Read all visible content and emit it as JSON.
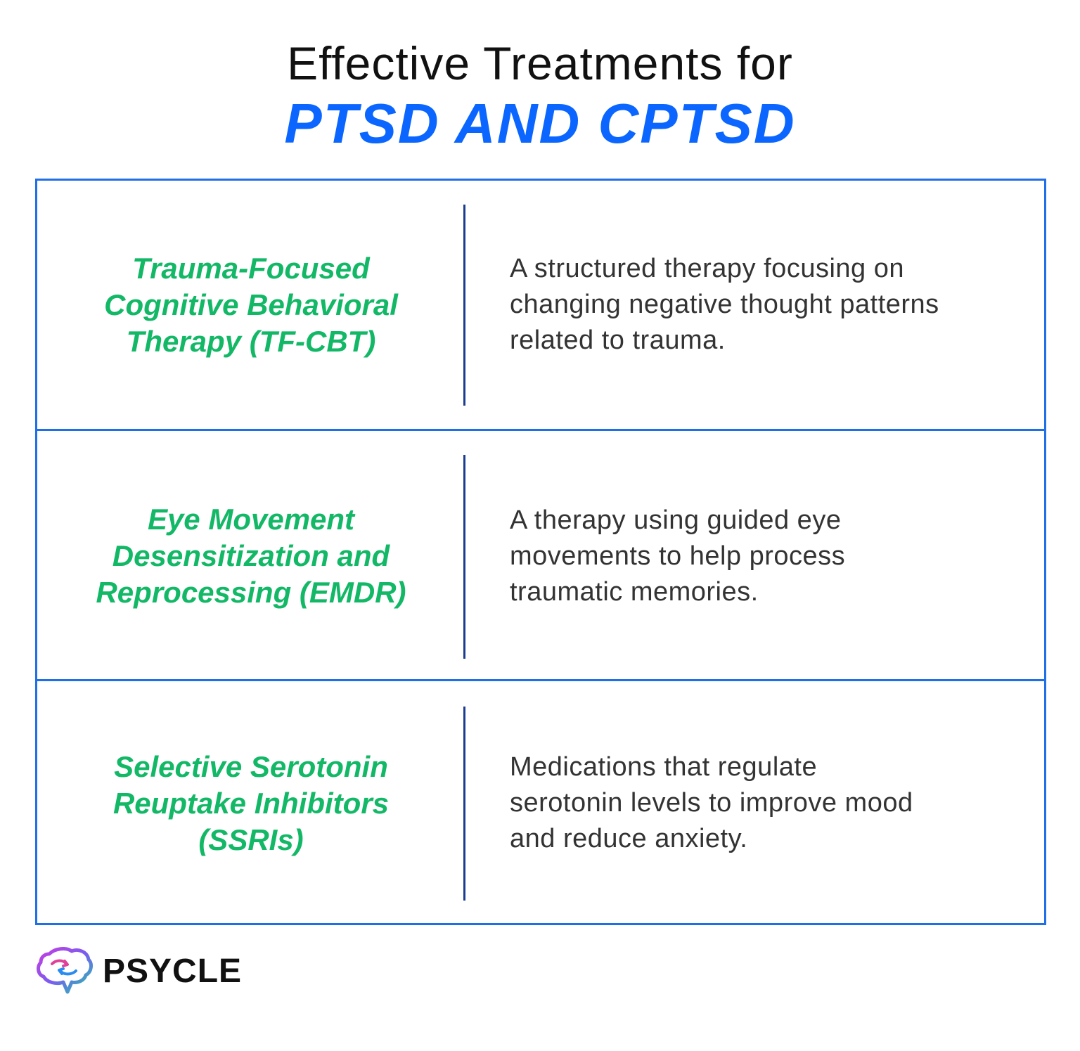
{
  "header": {
    "title_line1": "Effective Treatments for",
    "title_line2": "PTSD AND CPTSD"
  },
  "treatments": [
    {
      "name": "Trauma-Focused Cognitive Behavioral Therapy (TF-CBT)",
      "description": "A structured therapy focusing on changing negative thought patterns related to trauma."
    },
    {
      "name": "Eye Movement Desensitization and Reprocessing (EMDR)",
      "description": "A therapy using guided eye movements to help process traumatic memories."
    },
    {
      "name": "Selective Serotonin Reuptake Inhibitors (SSRIs)",
      "description": "Medications that regulate serotonin levels to improve mood and reduce anxiety."
    }
  ],
  "brand": {
    "name": "PSYCLE"
  },
  "colors": {
    "accent_blue": "#0b66ff",
    "border_blue": "#1f6fe8",
    "term_green": "#13b867",
    "text_dark": "#333333"
  }
}
